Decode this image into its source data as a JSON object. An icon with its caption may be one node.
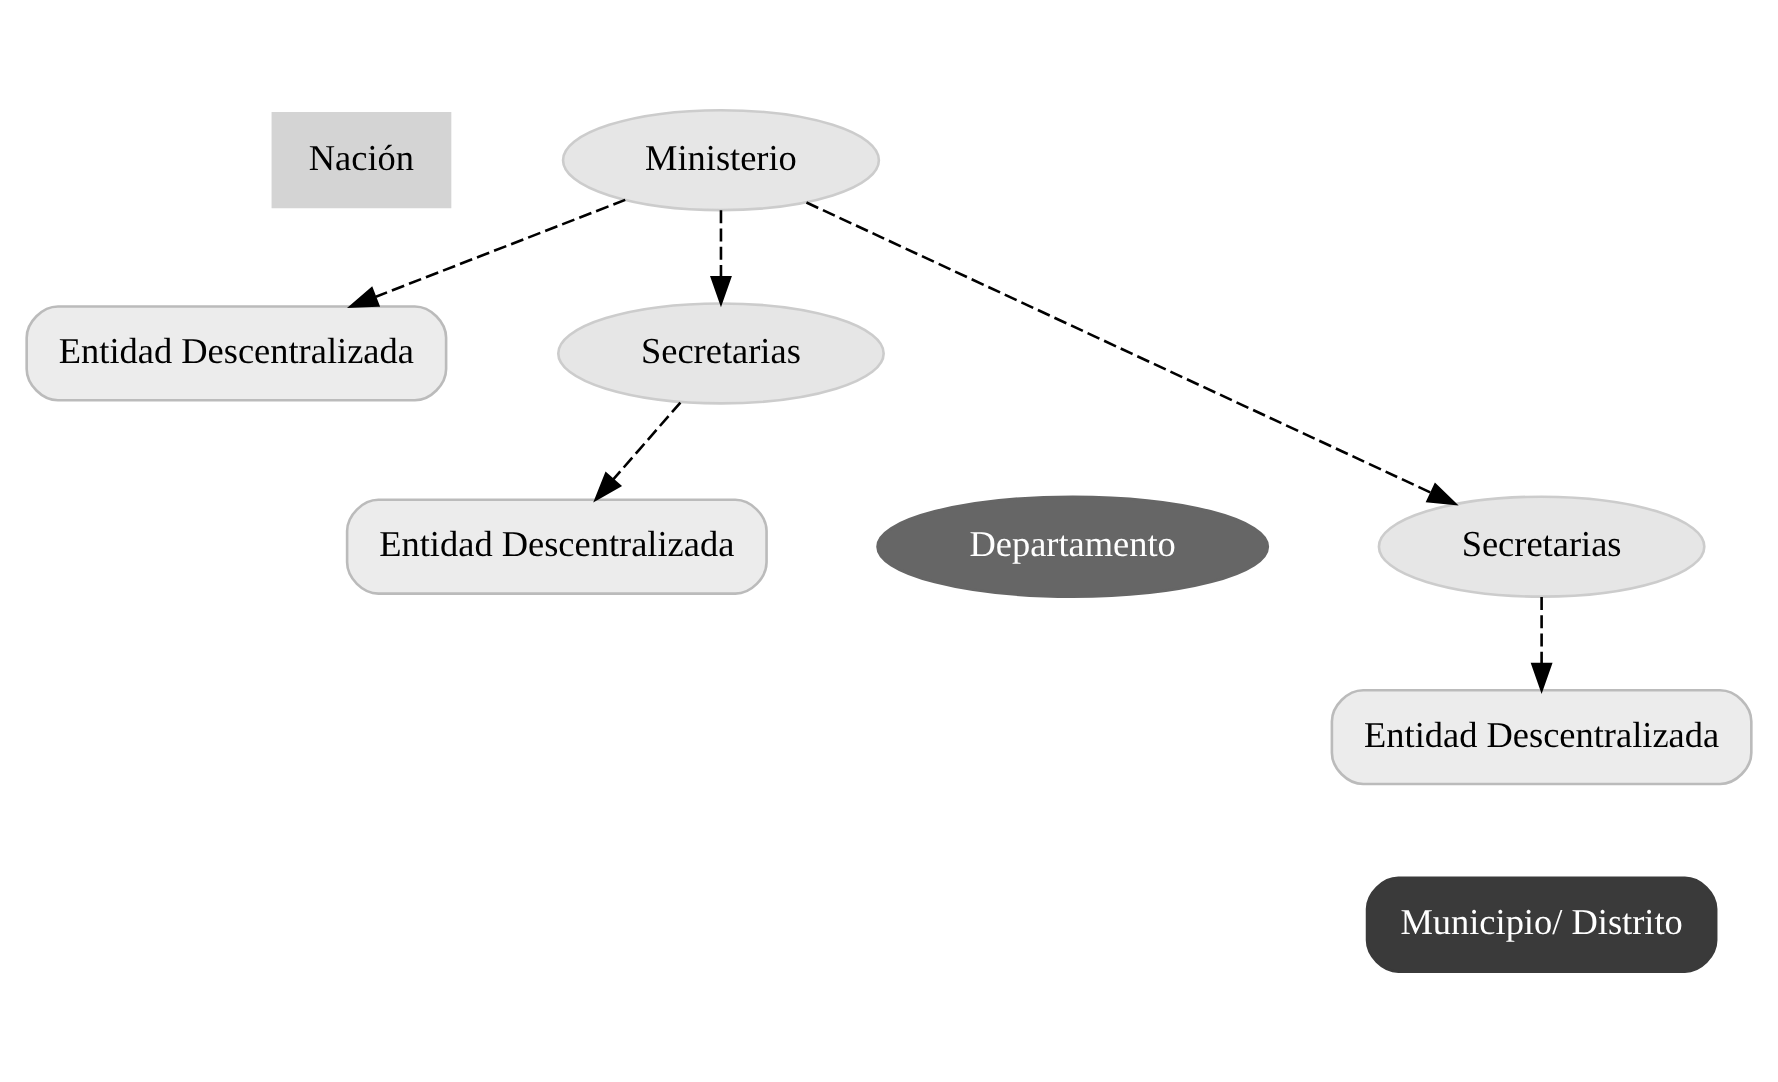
{
  "diagram": {
    "nodes": [
      {
        "text": [
          "Nación"
        ]
      },
      {
        "text": [
          "Ministerio"
        ]
      },
      {
        "text": [
          "Entidad Descentralizada"
        ]
      },
      {
        "text": [
          "Secretarias"
        ]
      },
      {
        "text": [
          "Entidad Descentralizada"
        ]
      },
      {
        "text": [
          "Departamento"
        ]
      },
      {
        "text": [
          "Secretarias"
        ]
      },
      {
        "text": [
          "Entidad Descentralizada"
        ]
      },
      {
        "text": [
          "Municipio/ Distrito"
        ]
      }
    ],
    "edges": [
      {
        "from": 1,
        "to": 2,
        "arrow": "to",
        "style": "dashed"
      },
      {
        "from": 1,
        "to": 3,
        "arrow": "to",
        "style": "dashed"
      },
      {
        "from": 3,
        "to": 4,
        "arrow": "to",
        "style": "dashed"
      },
      {
        "from": 1,
        "to": 6,
        "arrow": "to",
        "style": "dashed"
      },
      {
        "from": 6,
        "to": 7,
        "arrow": "to",
        "style": "dashed"
      }
    ]
  }
}
